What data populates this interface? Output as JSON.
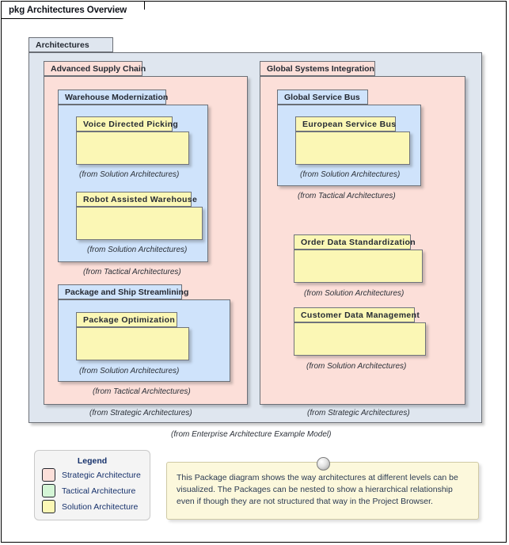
{
  "frame": {
    "title": "pkg Architectures Overview"
  },
  "root_package": {
    "name": "Architectures",
    "from": "(from Enterprise Architecture Example Model)",
    "color": "#dfe6ef"
  },
  "packages": {
    "advanced_supply_chain": {
      "name": "Advanced Supply Chain",
      "from": "(from Strategic Architectures)",
      "color": "#fcdfd9"
    },
    "warehouse_modernization": {
      "name": "Warehouse Modernization",
      "from": "(from Tactical Architectures)",
      "color": "#cfe3fb"
    },
    "voice_directed_picking": {
      "name": "Voice Directed Picking",
      "from": "(from Solution Architectures)",
      "color": "#fbf7b5"
    },
    "robot_assisted_warehouse": {
      "name": "Robot Assisted Warehouse",
      "from": "(from Solution Architectures)",
      "color": "#fbf7b5"
    },
    "package_and_ship_streamlining": {
      "name": "Package and Ship Streamlining",
      "from": "(from Tactical Architectures)",
      "color": "#cfe3fb"
    },
    "package_optimization": {
      "name": "Package Optimization",
      "from": "(from Solution Architectures)",
      "color": "#fbf7b5"
    },
    "global_systems_integration": {
      "name": "Global Systems Integration",
      "from": "(from Strategic Architectures)",
      "color": "#fcdfd9"
    },
    "global_service_bus": {
      "name": "Global Service Bus",
      "from": "(from Tactical Architectures)",
      "color": "#cfe3fb"
    },
    "european_service_bus": {
      "name": "European Service Bus",
      "from": "(from Solution Architectures)",
      "color": "#fbf7b5"
    },
    "order_data_standardization": {
      "name": "Order Data Standardization",
      "from": "(from Solution Architectures)",
      "color": "#fbf7b5"
    },
    "customer_data_management": {
      "name": "Customer Data Management",
      "from": "(from Solution Architectures)",
      "color": "#fbf7b5"
    }
  },
  "legend": {
    "title": "Legend",
    "items": [
      {
        "label": "Strategic Architecture",
        "color": "#fcdfd9"
      },
      {
        "label": "Tactical Architecture",
        "color": "#d4f5d6"
      },
      {
        "label": "Solution Architecture",
        "color": "#fbf7b5"
      }
    ]
  },
  "note": {
    "text": "This Package diagram shows the way architectures at different levels can be visualized. The Packages can be nested to show a hierarchical relationship even if though they are not structured that way in the Project Browser."
  }
}
